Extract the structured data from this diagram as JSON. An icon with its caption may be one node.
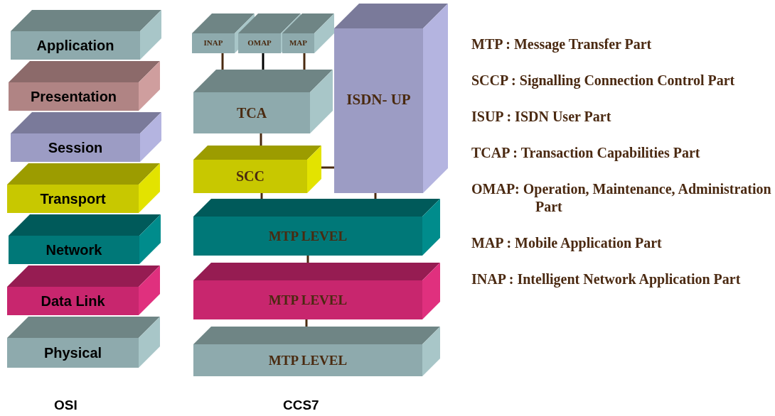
{
  "diagram": {
    "nodes": [
      {
        "text": [
          "Application"
        ]
      },
      {
        "text": [
          "Presentation"
        ]
      },
      {
        "text": [
          "Session"
        ]
      },
      {
        "text": [
          "Transport"
        ]
      },
      {
        "text": [
          "Network"
        ]
      },
      {
        "text": [
          "Data Link"
        ]
      },
      {
        "text": [
          "Physical"
        ]
      },
      {
        "text": [
          "INAP"
        ]
      },
      {
        "text": [
          "OMAP"
        ]
      },
      {
        "text": [
          "MAP"
        ]
      },
      {
        "text": [
          "ISDN- UP"
        ]
      },
      {
        "text": [
          "TCA"
        ]
      },
      {
        "text": [
          "SCC"
        ]
      },
      {
        "text": [
          "MTP LEVEL"
        ]
      },
      {
        "text": [
          "MTP LEVEL"
        ]
      },
      {
        "text": [
          "MTP LEVEL"
        ]
      }
    ],
    "edges": [
      {
        "from": 7,
        "to": 11,
        "arrow": "none"
      },
      {
        "from": 8,
        "to": 11,
        "arrow": "none",
        "color": "#000000"
      },
      {
        "from": 9,
        "to": 11,
        "arrow": "none"
      },
      {
        "from": 11,
        "to": 12,
        "arrow": "none"
      },
      {
        "from": 12,
        "to": 10,
        "arrow": "none"
      },
      {
        "from": 12,
        "to": 13,
        "arrow": "none"
      },
      {
        "from": 10,
        "to": 13,
        "arrow": "none"
      },
      {
        "from": 13,
        "to": 14,
        "arrow": "none"
      },
      {
        "from": 14,
        "to": 15,
        "arrow": "none"
      }
    ],
    "labels": [
      "MTP : Message Transfer Part",
      "SCCP : Signalling Connection Control Part",
      "ISUP : ISDN User Part",
      "TCAP : Transaction Capabilities Part",
      "OMAP: Operation, Maintenance, Administration Part",
      "MAP : Mobile Application Part",
      "INAP : Intelligent Network Application Part",
      "OSI",
      "CCS7"
    ]
  }
}
